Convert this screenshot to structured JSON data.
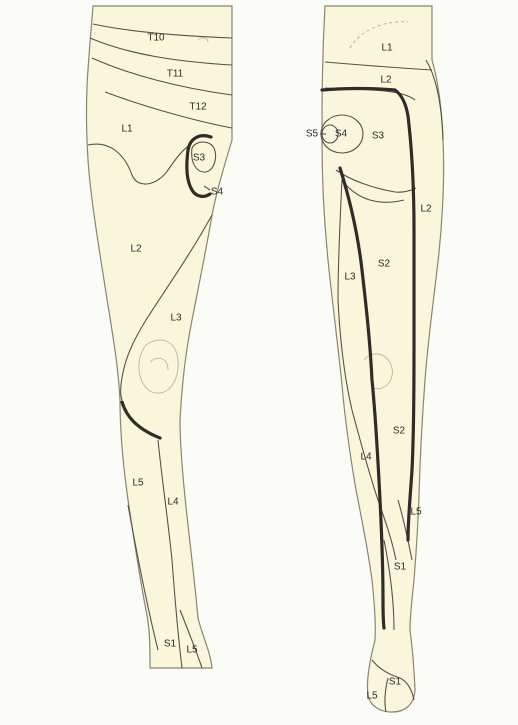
{
  "anterior": {
    "labels": {
      "t10": "T10",
      "t11": "T11",
      "t12": "T12",
      "l1": "L1",
      "s3": "S3",
      "s4": "S4",
      "l2": "L2",
      "l3": "L3",
      "l5": "L5",
      "l4": "L4",
      "s1": "S1",
      "l5_foot": "L5"
    }
  },
  "posterior": {
    "labels": {
      "l1": "L1",
      "l2": "L2",
      "s5": "S5",
      "s4": "S4",
      "s3": "S3",
      "l2_side": "L2",
      "l3": "L3",
      "s2": "S2",
      "s2_calf": "S2",
      "l4": "L4",
      "l5": "L5",
      "s1": "S1",
      "s1_foot": "S1",
      "l5_foot": "L5"
    }
  }
}
